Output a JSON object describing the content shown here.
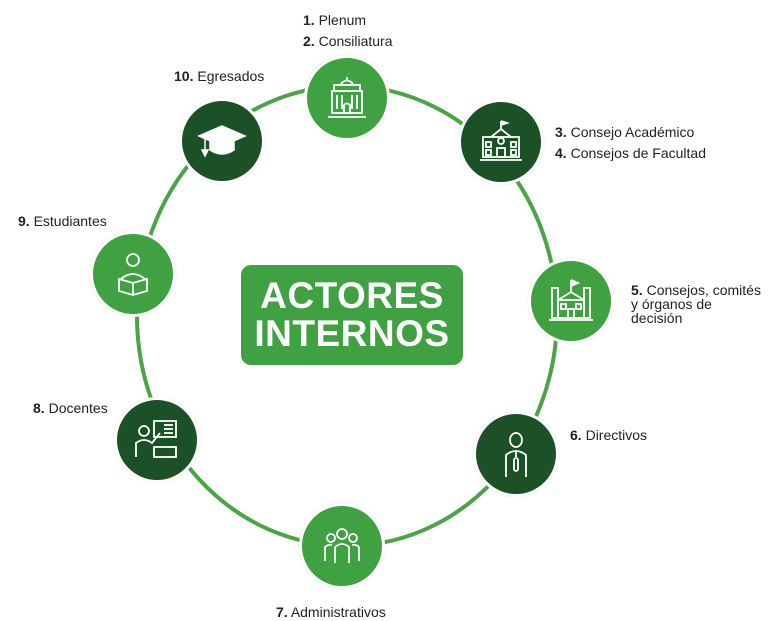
{
  "colors": {
    "light_green": "#3fa142",
    "dark_green": "#1c5128",
    "ring": "#4ba547",
    "text": "#222222"
  },
  "center": {
    "line1": "ACTORES",
    "line2": "INTERNOS"
  },
  "actors": [
    {
      "num": "1.",
      "label": "Plenum"
    },
    {
      "num": "2.",
      "label": "Consiliatura"
    },
    {
      "num": "3.",
      "label": "Consejo Académico"
    },
    {
      "num": "4.",
      "label": "Consejos de Facultad"
    },
    {
      "num": "5.",
      "label": "Consejos, comités",
      "label2": "y órganos de",
      "label3": "decisión"
    },
    {
      "num": "6.",
      "label": "Directivos"
    },
    {
      "num": "7.",
      "label": "Administrativos"
    },
    {
      "num": "8.",
      "label": "Docentes"
    },
    {
      "num": "9.",
      "label": "Estudiantes"
    },
    {
      "num": "10.",
      "label": "Egresados"
    }
  ],
  "nodes": [
    {
      "icon": "building-columns-icon",
      "style": "light"
    },
    {
      "icon": "school-flag-icon",
      "style": "dark"
    },
    {
      "icon": "campus-building-icon",
      "style": "light"
    },
    {
      "icon": "executive-person-icon",
      "style": "dark"
    },
    {
      "icon": "group-people-icon",
      "style": "light"
    },
    {
      "icon": "teacher-board-icon",
      "style": "dark"
    },
    {
      "icon": "student-reading-icon",
      "style": "light"
    },
    {
      "icon": "graduation-cap-icon",
      "style": "dark"
    }
  ]
}
